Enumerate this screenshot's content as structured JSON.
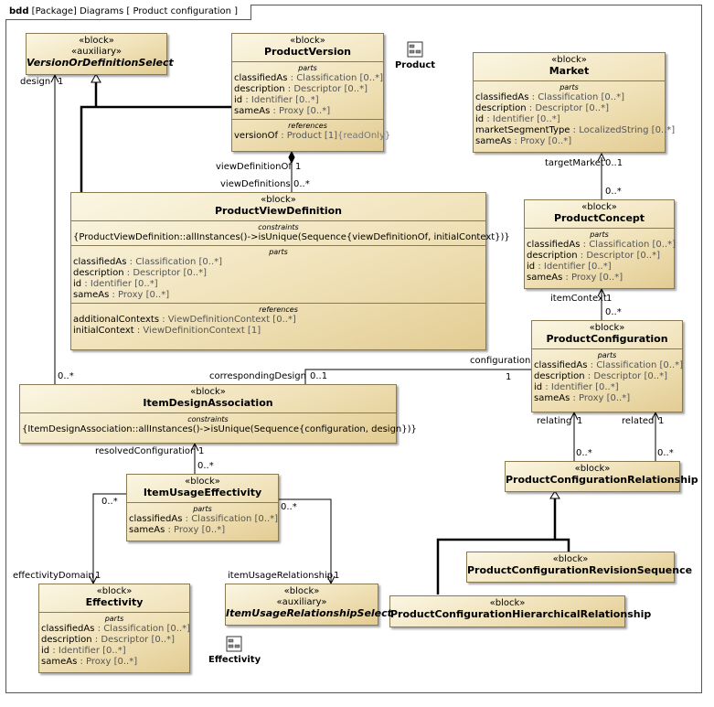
{
  "frame": {
    "kind": "bdd",
    "title": "[Package] Diagrams [ Product configuration ]"
  },
  "packages": [
    {
      "name": "Product",
      "icon": "package-icon"
    },
    {
      "name": "Effectivity",
      "icon": "package-icon"
    }
  ],
  "blocks": {
    "versionOrDefinitionSelect": {
      "stereotype1": "«block»",
      "stereotype2": "«auxiliary»",
      "name": "VersionOrDefinitionSelect"
    },
    "productVersion": {
      "stereotype": "«block»",
      "name": "ProductVersion",
      "parts_title": "parts",
      "parts": [
        {
          "name": "classifiedAs",
          "type": ": Classification [0..*]"
        },
        {
          "name": "description",
          "type": ": Descriptor [0..*]"
        },
        {
          "name": "id",
          "type": ": Identifier [0..*]"
        },
        {
          "name": "sameAs",
          "type": ": Proxy [0..*]"
        }
      ],
      "refs_title": "references",
      "refs": [
        {
          "name": "versionOf",
          "type": ": Product [1]",
          "extra": "{readOnly}"
        }
      ]
    },
    "market": {
      "stereotype": "«block»",
      "name": "Market",
      "parts_title": "parts",
      "parts": [
        {
          "name": "classifiedAs",
          "type": ": Classification [0..*]"
        },
        {
          "name": "description",
          "type": ": Descriptor [0..*]"
        },
        {
          "name": "id",
          "type": ": Identifier [0..*]"
        },
        {
          "name": "marketSegmentType",
          "type": ": LocalizedString [0..*]"
        },
        {
          "name": "sameAs",
          "type": ": Proxy [0..*]"
        }
      ]
    },
    "productViewDefinition": {
      "stereotype": "«block»",
      "name": "ProductViewDefinition",
      "constraints_title": "constraints",
      "constraint": "{ProductViewDefinition::allInstances()->isUnique(Sequence{viewDefinitionOf, initialContext})}",
      "parts_title": "parts",
      "parts": [
        {
          "name": "classifiedAs",
          "type": ": Classification [0..*]"
        },
        {
          "name": "description",
          "type": ": Descriptor [0..*]"
        },
        {
          "name": "id",
          "type": ": Identifier [0..*]"
        },
        {
          "name": "sameAs",
          "type": ": Proxy [0..*]"
        }
      ],
      "refs_title": "references",
      "refs": [
        {
          "name": "additionalContexts",
          "type": ": ViewDefinitionContext [0..*]"
        },
        {
          "name": "initialContext",
          "type": ": ViewDefinitionContext [1]"
        }
      ]
    },
    "productConcept": {
      "stereotype": "«block»",
      "name": "ProductConcept",
      "parts_title": "parts",
      "parts": [
        {
          "name": "classifiedAs",
          "type": ": Classification [0..*]"
        },
        {
          "name": "description",
          "type": ": Descriptor [0..*]"
        },
        {
          "name": "id",
          "type": ": Identifier [0..*]"
        },
        {
          "name": "sameAs",
          "type": ": Proxy [0..*]"
        }
      ]
    },
    "productConfiguration": {
      "stereotype": "«block»",
      "name": "ProductConfiguration",
      "parts_title": "parts",
      "parts": [
        {
          "name": "classifiedAs",
          "type": ": Classification [0..*]"
        },
        {
          "name": "description",
          "type": ": Descriptor [0..*]"
        },
        {
          "name": "id",
          "type": ": Identifier [0..*]"
        },
        {
          "name": "sameAs",
          "type": ": Proxy [0..*]"
        }
      ]
    },
    "itemDesignAssociation": {
      "stereotype": "«block»",
      "name": "ItemDesignAssociation",
      "constraints_title": "constraints",
      "constraint": "{ItemDesignAssociation::allInstances()->isUnique(Sequence{configuration, design})}"
    },
    "itemUsageEffectivity": {
      "stereotype": "«block»",
      "name": "ItemUsageEffectivity",
      "parts_title": "parts",
      "parts": [
        {
          "name": "classifiedAs",
          "type": ": Classification [0..*]"
        },
        {
          "name": "sameAs",
          "type": ": Proxy [0..*]"
        }
      ]
    },
    "productConfigurationRelationship": {
      "stereotype": "«block»",
      "name": "ProductConfigurationRelationship"
    },
    "productConfigurationRevisionSequence": {
      "stereotype": "«block»",
      "name": "ProductConfigurationRevisionSequence"
    },
    "productConfigurationHierarchicalRelationship": {
      "stereotype": "«block»",
      "name": "ProductConfigurationHierarchicalRelationship"
    },
    "effectivity": {
      "stereotype": "«block»",
      "name": "Effectivity",
      "parts_title": "parts",
      "parts": [
        {
          "name": "classifiedAs",
          "type": ": Classification [0..*]"
        },
        {
          "name": "description",
          "type": ": Descriptor [0..*]"
        },
        {
          "name": "id",
          "type": ": Identifier [0..*]"
        },
        {
          "name": "sameAs",
          "type": ": Proxy [0..*]"
        }
      ]
    },
    "itemUsageRelationshipSelect": {
      "stereotype1": "«block»",
      "stereotype2": "«auxiliary»",
      "name": "ItemUsageRelationshipSelect"
    }
  },
  "labels": {
    "design": "design",
    "design_mult": "1",
    "viewDefinitionOf": "viewDefinitionOf",
    "viewDefinitionOf_mult": "1",
    "viewDefinitions": "viewDefinitions",
    "viewDefinitions_mult": "0..*",
    "targetMarket": "targetMarket",
    "targetMarket_mult": "0..1",
    "market_concept_mult": "0..*",
    "itemContext": "itemContext",
    "itemContext_mult": "1",
    "concept_config_mult": "0..*",
    "configuration": "configuration",
    "configuration_mult": "1",
    "correspondingDesign": "correspondingDesign",
    "correspondingDesign_mult": "0..1",
    "design_assoc_mult": "0..*",
    "resolvedConfiguration": "resolvedConfiguration",
    "resolvedConfiguration_mult": "1",
    "resolved_mult2": "0..*",
    "relating": "relating",
    "relating_mult": "1",
    "relating_mult2": "0..*",
    "related": "related",
    "related_mult": "1",
    "related_mult2": "0..*",
    "effectivityDomain": "effectivityDomain",
    "effectivityDomain_mult": "1",
    "eff_mult2": "0..*",
    "itemUsageRelationship": "itemUsageRelationship",
    "itemUsageRelationship_mult": "1",
    "iur_mult2": "0..*"
  }
}
